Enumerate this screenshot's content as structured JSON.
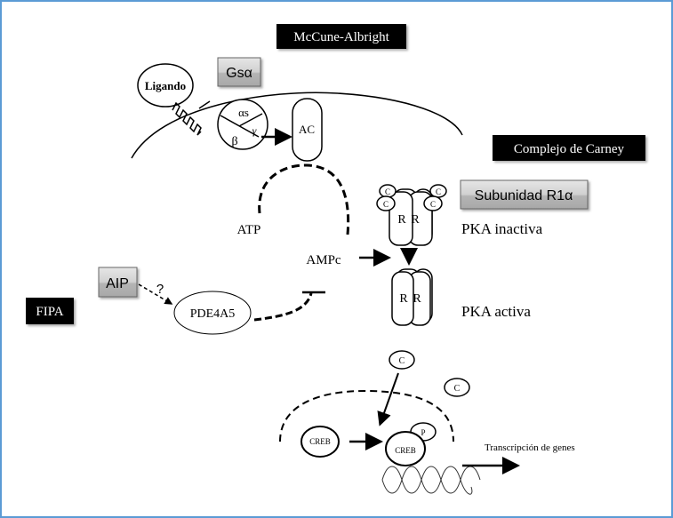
{
  "labels": {
    "mccune_albright": "McCune-Albright",
    "complejo_carney": "Complejo de Carney",
    "fipa": "FIPA",
    "gsa": "Gsα",
    "subunidad": "Subunidad R1α",
    "aip": "AIP",
    "ligando": "Ligando",
    "alpha_s": "αs",
    "beta": "β",
    "gamma": "γ",
    "ac": "AC",
    "atp": "ATP",
    "ampc": "AMPc",
    "question": "?",
    "pde": "PDE4A5",
    "pka_inactiva": "PKA inactiva",
    "pka_activa": "PKA activa",
    "r": "R",
    "c": "C",
    "creb": "CREB",
    "p": "P",
    "transcripcion": "Transcripción de genes"
  }
}
